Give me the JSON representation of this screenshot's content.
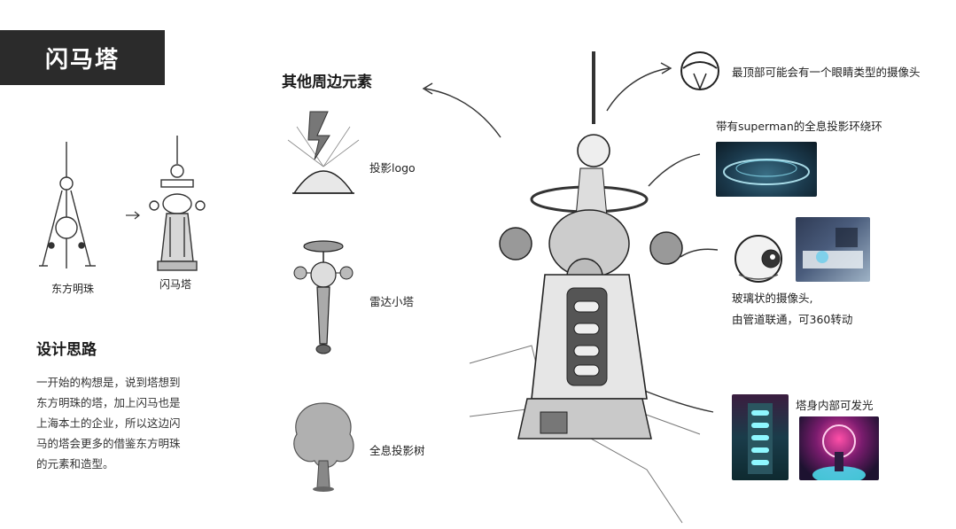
{
  "title": "闪马塔",
  "left": {
    "sketch_label_1": "东方明珠",
    "sketch_label_2": "闪马塔",
    "design_heading": "设计思路",
    "design_lines": [
      "一开始的构想是，说到塔想到",
      "东方明珠的塔，加上闪马也是",
      "上海本土的企业，所以这边闪",
      "马的塔会更多的借鉴东方明珠",
      "的元素和造型。"
    ]
  },
  "middle": {
    "heading": "其他周边元素",
    "items": [
      {
        "label": "投影logo",
        "icon": "projection-logo-icon"
      },
      {
        "label": "雷达小塔",
        "icon": "radar-tower-icon"
      },
      {
        "label": "全息投影树",
        "icon": "hologram-tree-icon"
      }
    ]
  },
  "right": {
    "annotation_top": "最顶部可能会有一个眼睛类型的摄像头",
    "annotation_ring": "带有superman的全息投影环绕环",
    "annotation_camera_1": "玻璃状的摄像头,",
    "annotation_camera_2": "由管道联通，可360转动",
    "annotation_glow": "塔身内部可发光"
  }
}
